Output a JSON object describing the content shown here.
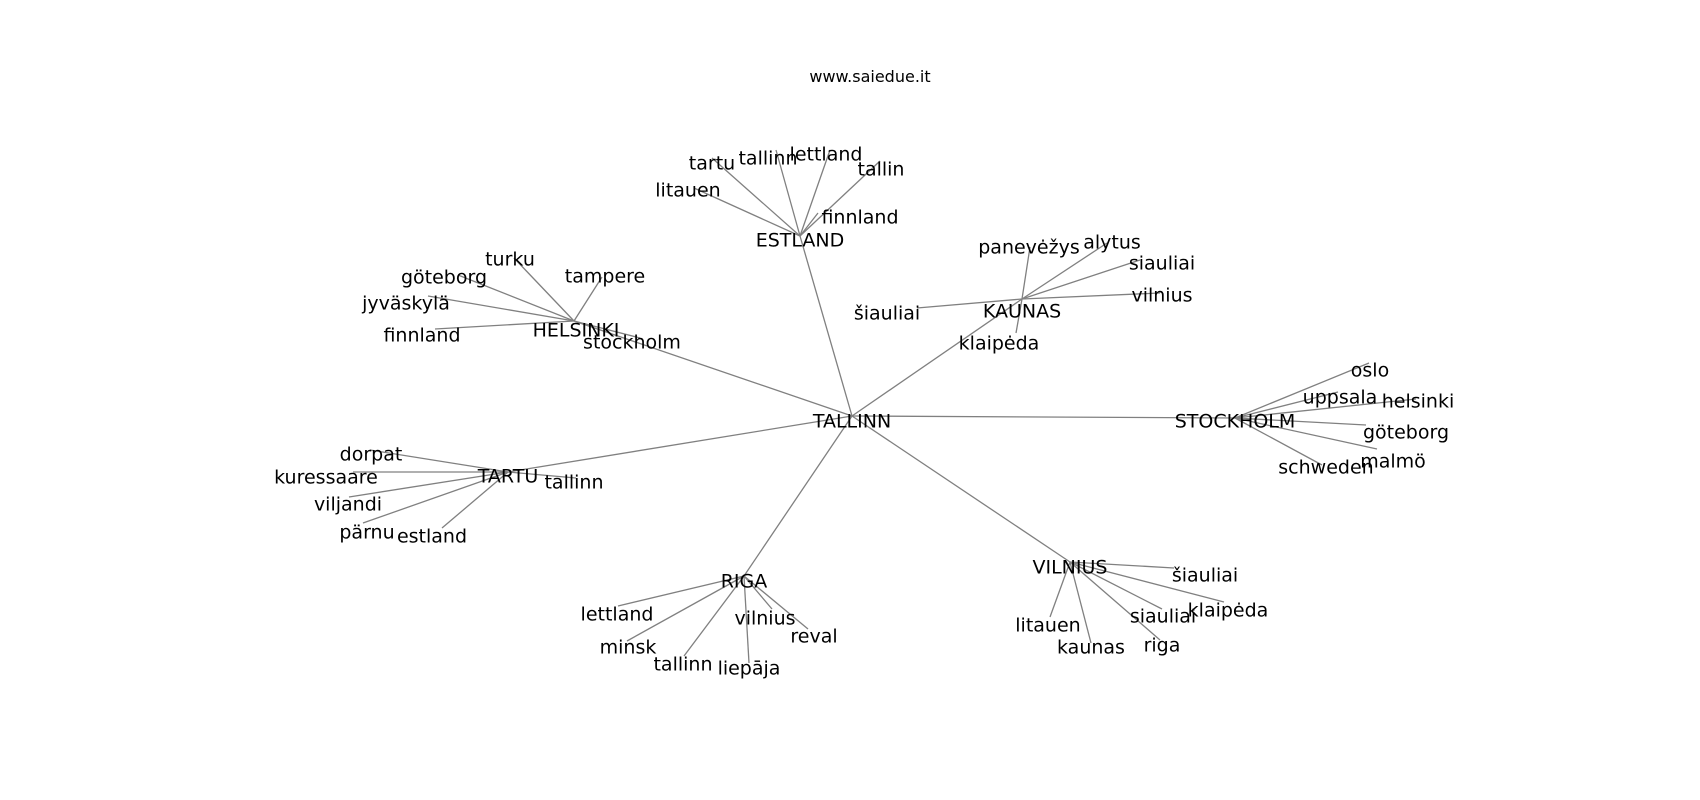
{
  "title": "www.saiedue.it",
  "center": "TALLINN",
  "hubs": [
    {
      "label": "ESTLAND",
      "leaves": [
        "tartu",
        "tallinn",
        "lettland",
        "tallin",
        "litauen",
        "finnland"
      ]
    },
    {
      "label": "KAUNAS",
      "leaves": [
        "panevėžys",
        "alytus",
        "siauliai",
        "vilnius",
        "šiauliai",
        "klaipėda"
      ]
    },
    {
      "label": "HELSINKI",
      "leaves": [
        "turku",
        "göteborg",
        "tampere",
        "jyväskylä",
        "finnland",
        "stockholm"
      ]
    },
    {
      "label": "STOCKHOLM",
      "leaves": [
        "oslo",
        "uppsala",
        "helsinki",
        "göteborg",
        "malmö",
        "schweden"
      ]
    },
    {
      "label": "TARTU",
      "leaves": [
        "dorpat",
        "kuressaare",
        "tallinn",
        "viljandi",
        "pärnu",
        "estland"
      ]
    },
    {
      "label": "RIGA",
      "leaves": [
        "lettland",
        "vilnius",
        "reval",
        "minsk",
        "tallinn",
        "liepāja"
      ]
    },
    {
      "label": "VILNIUS",
      "leaves": [
        "šiauliai",
        "klaipėda",
        "siauliai",
        "litauen",
        "kaunas",
        "riga"
      ]
    }
  ],
  "colors": {
    "edge": "#808080",
    "text": "#000000",
    "background": "#ffffff"
  }
}
